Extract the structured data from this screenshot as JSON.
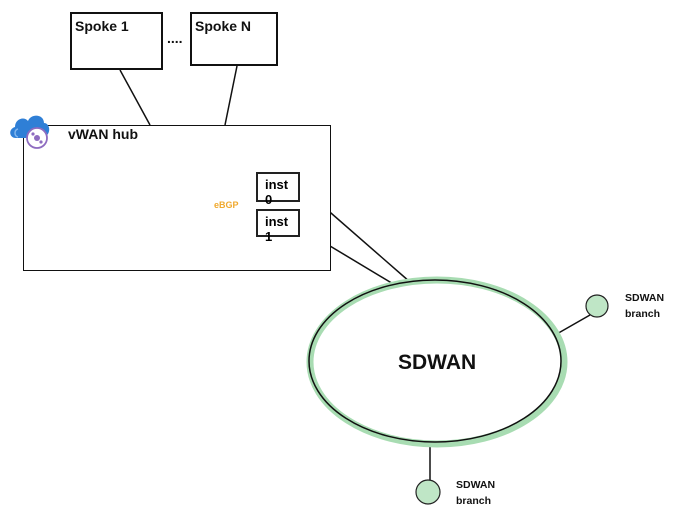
{
  "diagram": {
    "spokes": [
      {
        "label": "Spoke 1"
      },
      {
        "label": "Spoke N"
      }
    ],
    "spoke_separator": "....",
    "hub": {
      "label": "vWAN hub",
      "icon": "vwan-cloud-icon"
    },
    "router_icon": "route-server-globe-icon",
    "peering_label": "eBGP",
    "instances": [
      {
        "label": "inst 0"
      },
      {
        "label": "inst 1"
      }
    ],
    "sdwan_label": "SDWAN",
    "branches": [
      {
        "label": "SDWAN\nbranch"
      },
      {
        "label": "SDWAN\nbranch"
      }
    ],
    "colors": {
      "line": "#111111",
      "sdwan_ring": "#a8dcb2",
      "branch_fill": "#bfe6c6",
      "instance_highlight_outer": "#a8dcb2",
      "instance_highlight_inner": "#e8a0e0",
      "ebgp_arrow": "#f0a92e",
      "globe": "#1b6dc1",
      "node": "#6a3d9a",
      "cloud": "#2f7fd6"
    }
  }
}
